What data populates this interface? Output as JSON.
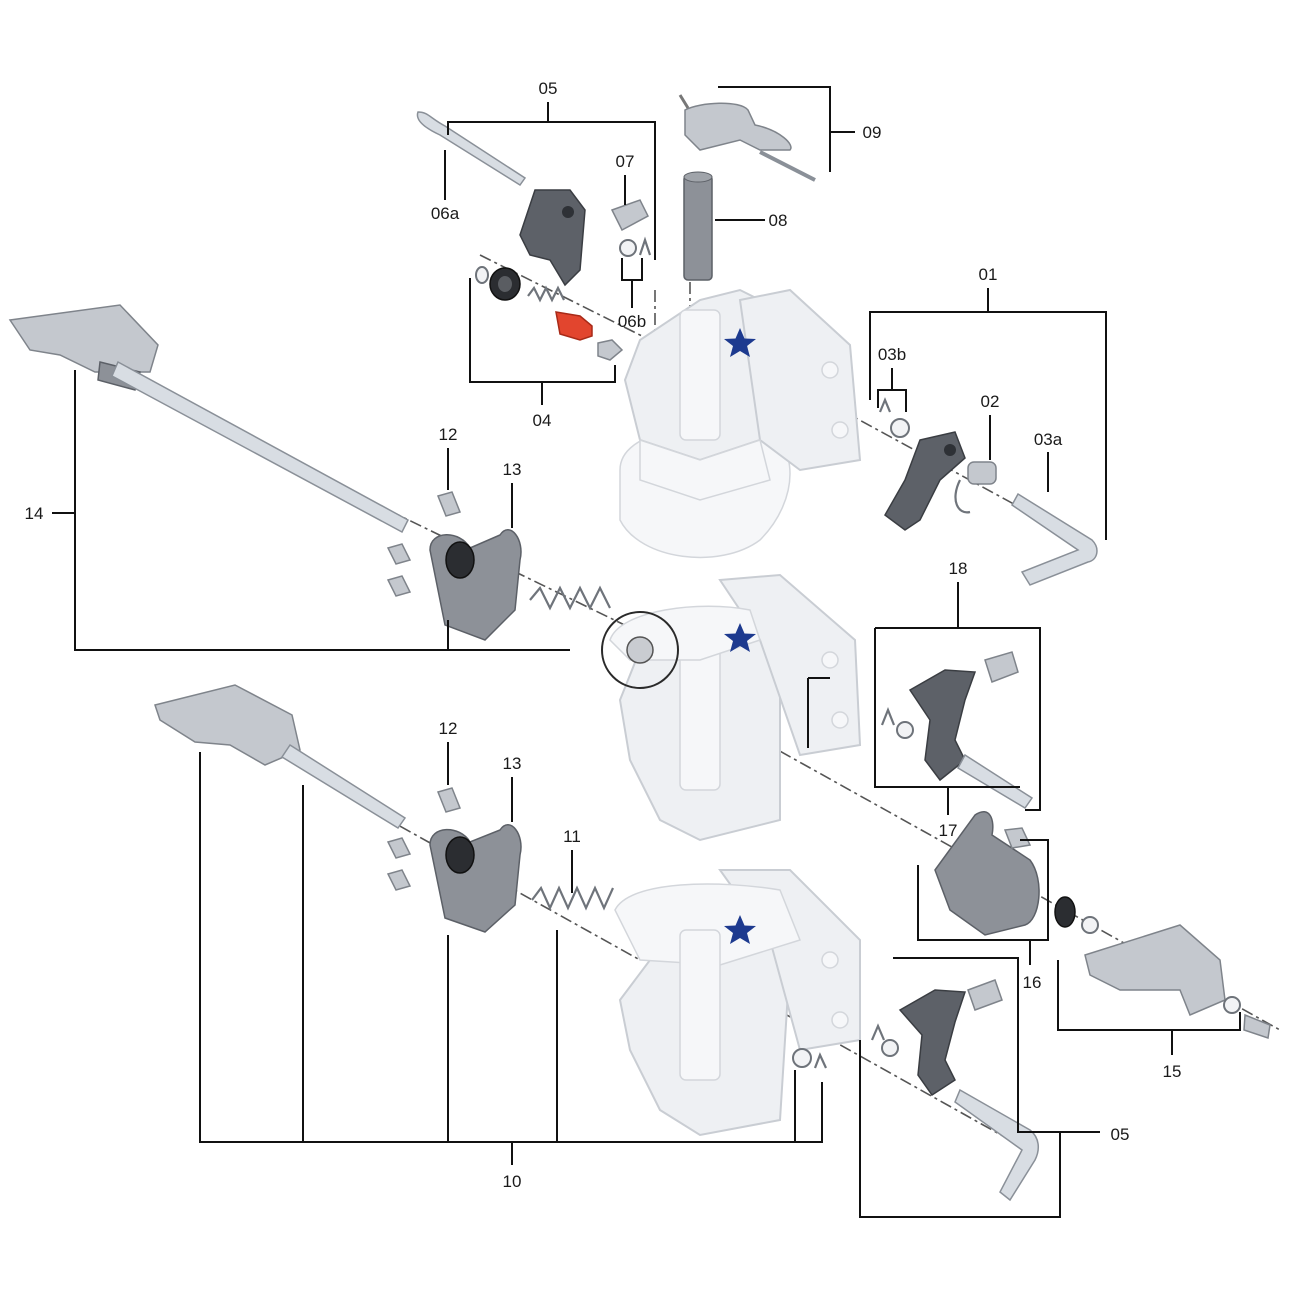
{
  "labels": {
    "p01": "01",
    "p02": "02",
    "p03a": "03a",
    "p03b": "03b",
    "p04": "04",
    "p05_top": "05",
    "p05_bottom": "05",
    "p06a": "06a",
    "p06b": "06b",
    "p07": "07",
    "p08": "08",
    "p09": "09",
    "p10": "10",
    "p11": "11",
    "p12_top": "12",
    "p12_bottom": "12",
    "p13_top": "13",
    "p13_bottom": "13",
    "p14": "14",
    "p15": "15",
    "p16": "16",
    "p17": "17",
    "p18": "18"
  },
  "colors": {
    "star": "#1d3a8f",
    "highlight_part": "#e2452e",
    "ghost_body": "#eef0f3",
    "dark_part": "#5d6168"
  }
}
